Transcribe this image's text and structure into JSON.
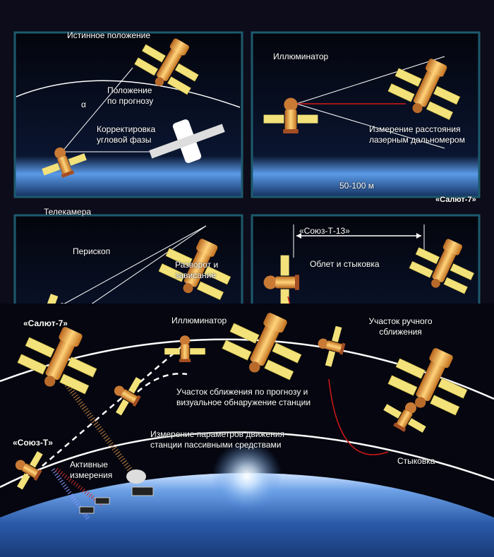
{
  "colors": {
    "frame": "#1d5a6e",
    "space": "#05060f",
    "earth_glow": "#3a7fd6",
    "gold": "#e8a33a",
    "panel": "#f3e27a",
    "laser": "#d01818"
  },
  "panel1": {
    "true_position": "Истинное положение",
    "predicted_position": [
      "Положение",
      "по прогнозу"
    ],
    "angle": "α",
    "caption": [
      "Корректировка",
      "угловой фазы"
    ]
  },
  "panel2": {
    "porthole": "Иллюминатор",
    "caption": [
      "Измерение расстояния",
      "лазерным дальномером"
    ]
  },
  "panel3": {
    "camera": "Телекамера",
    "periscope": "Перископ",
    "caption": [
      "Разворот и",
      "зависание"
    ]
  },
  "panel4": {
    "distance": "50-100 м",
    "station": "«Салют-7»",
    "ship": "«Союз-Т-13»",
    "caption": "Облет и стыковка"
  },
  "scene": {
    "station": "«Салют-7»",
    "porthole": "Иллюминатор",
    "manual_approach": [
      "Участок ручного",
      "сближения"
    ],
    "predicted_approach": [
      "Участок сближения по прогнозу и",
      "визуальное обнаружение станции"
    ],
    "passive_measure": [
      "Измерение параметров движения",
      "станции пассивными средствами"
    ],
    "ship": "«Союз-Т»",
    "active_measure": [
      "Активные",
      "измерения"
    ],
    "docking": "Стыковка"
  }
}
